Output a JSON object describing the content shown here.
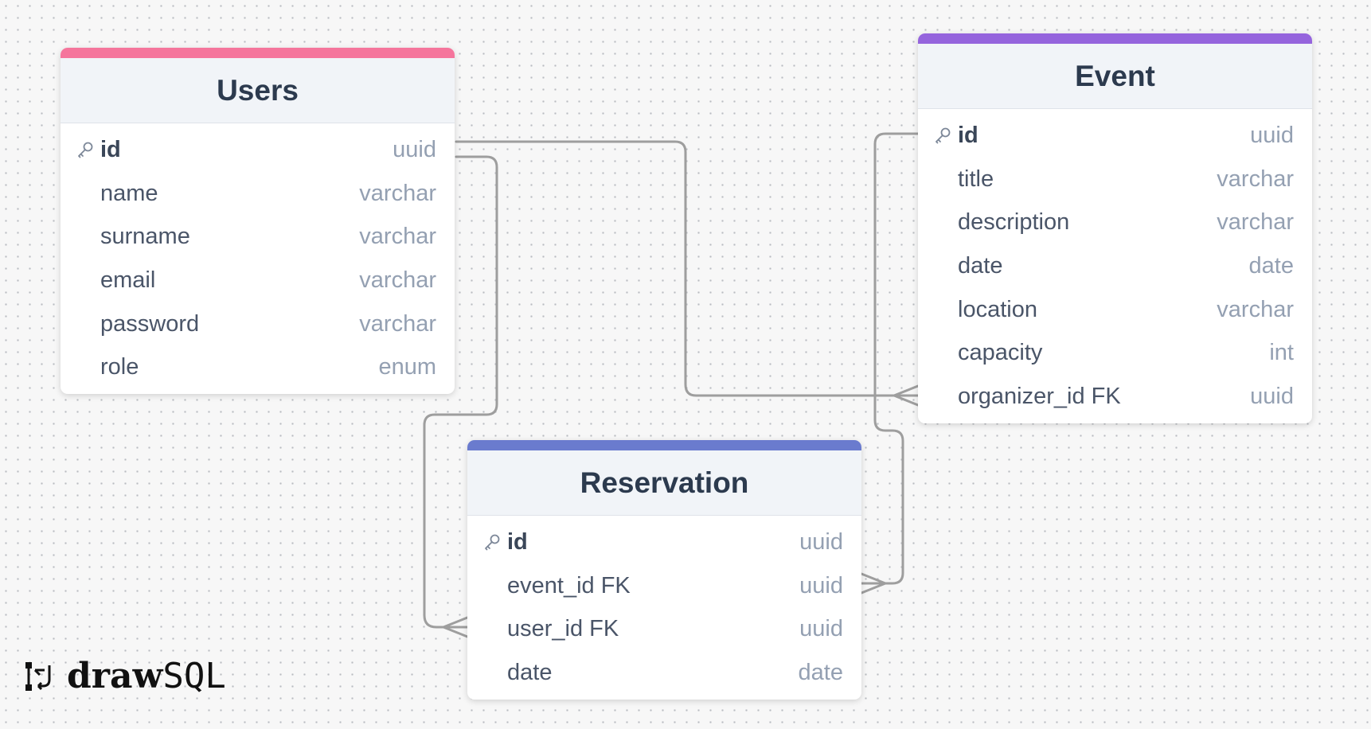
{
  "colors": {
    "users_accent": "#f5759c",
    "event_accent": "#9564dd",
    "reservation_accent": "#6a7bce",
    "connector": "#9e9e9e",
    "header_bg": "#f1f4f8"
  },
  "tables": [
    {
      "id": "users",
      "name": "Users",
      "accent": "#f5759c",
      "columns": [
        {
          "name": "id",
          "type": "uuid",
          "pk": true
        },
        {
          "name": "name",
          "type": "varchar",
          "pk": false
        },
        {
          "name": "surname",
          "type": "varchar",
          "pk": false
        },
        {
          "name": "email",
          "type": "varchar",
          "pk": false
        },
        {
          "name": "password",
          "type": "varchar",
          "pk": false
        },
        {
          "name": "role",
          "type": "enum",
          "pk": false
        }
      ]
    },
    {
      "id": "event",
      "name": "Event",
      "accent": "#9564dd",
      "columns": [
        {
          "name": "id",
          "type": "uuid",
          "pk": true
        },
        {
          "name": "title",
          "type": "varchar",
          "pk": false
        },
        {
          "name": "description",
          "type": "varchar",
          "pk": false
        },
        {
          "name": "date",
          "type": "date",
          "pk": false
        },
        {
          "name": "location",
          "type": "varchar",
          "pk": false
        },
        {
          "name": "capacity",
          "type": "int",
          "pk": false
        },
        {
          "name": "organizer_id FK",
          "type": "uuid",
          "pk": false
        }
      ]
    },
    {
      "id": "reservation",
      "name": "Reservation",
      "accent": "#6a7bce",
      "columns": [
        {
          "name": "id",
          "type": "uuid",
          "pk": true
        },
        {
          "name": "event_id FK",
          "type": "uuid",
          "pk": false
        },
        {
          "name": "user_id FK",
          "type": "uuid",
          "pk": false
        },
        {
          "name": "date",
          "type": "date",
          "pk": false
        }
      ]
    }
  ],
  "relationships": [
    {
      "from": "Users.id",
      "to": "Event.organizer_id"
    },
    {
      "from": "Users.id",
      "to": "Reservation.user_id"
    },
    {
      "from": "Event.id",
      "to": "Reservation.event_id"
    }
  ],
  "logo": {
    "part1": "draw",
    "part2": "SQL",
    "icon": "drawsql-logo-icon"
  }
}
